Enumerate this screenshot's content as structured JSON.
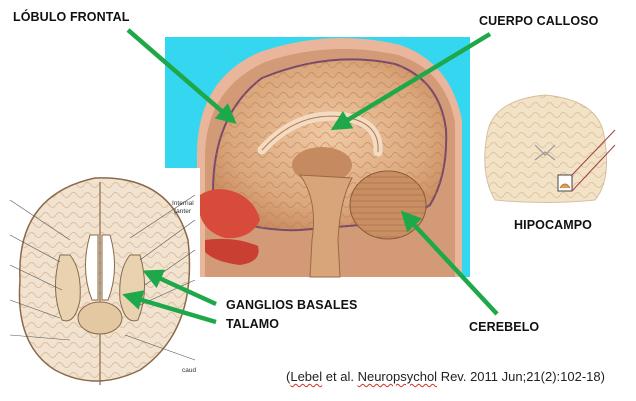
{
  "labels": {
    "frontal": "LÓBULO FRONTAL",
    "corpus": "CUERPO CALLOSO",
    "hippocampus": "HIPOCAMPO",
    "basal_ganglia": "GANGLIOS BASALES",
    "thalamus": "TALAMO",
    "cerebellum": "CEREBELO"
  },
  "citation": {
    "open": "(",
    "author": "Lebel",
    "mid1": " et al. ",
    "journal": "Neuropsychol",
    "rest": " Rev. 2011 Jun;21(2):102-18)"
  },
  "inset_labels": {
    "a": "Internal",
    "b": "(anter",
    "c": "caud"
  },
  "colors": {
    "arrow": "#1fa84a",
    "cyan_bg": "#35d7f0",
    "brain_tan": "#e3b48a",
    "brain_dark": "#b8764a",
    "red_tissue": "#d84a3a"
  }
}
